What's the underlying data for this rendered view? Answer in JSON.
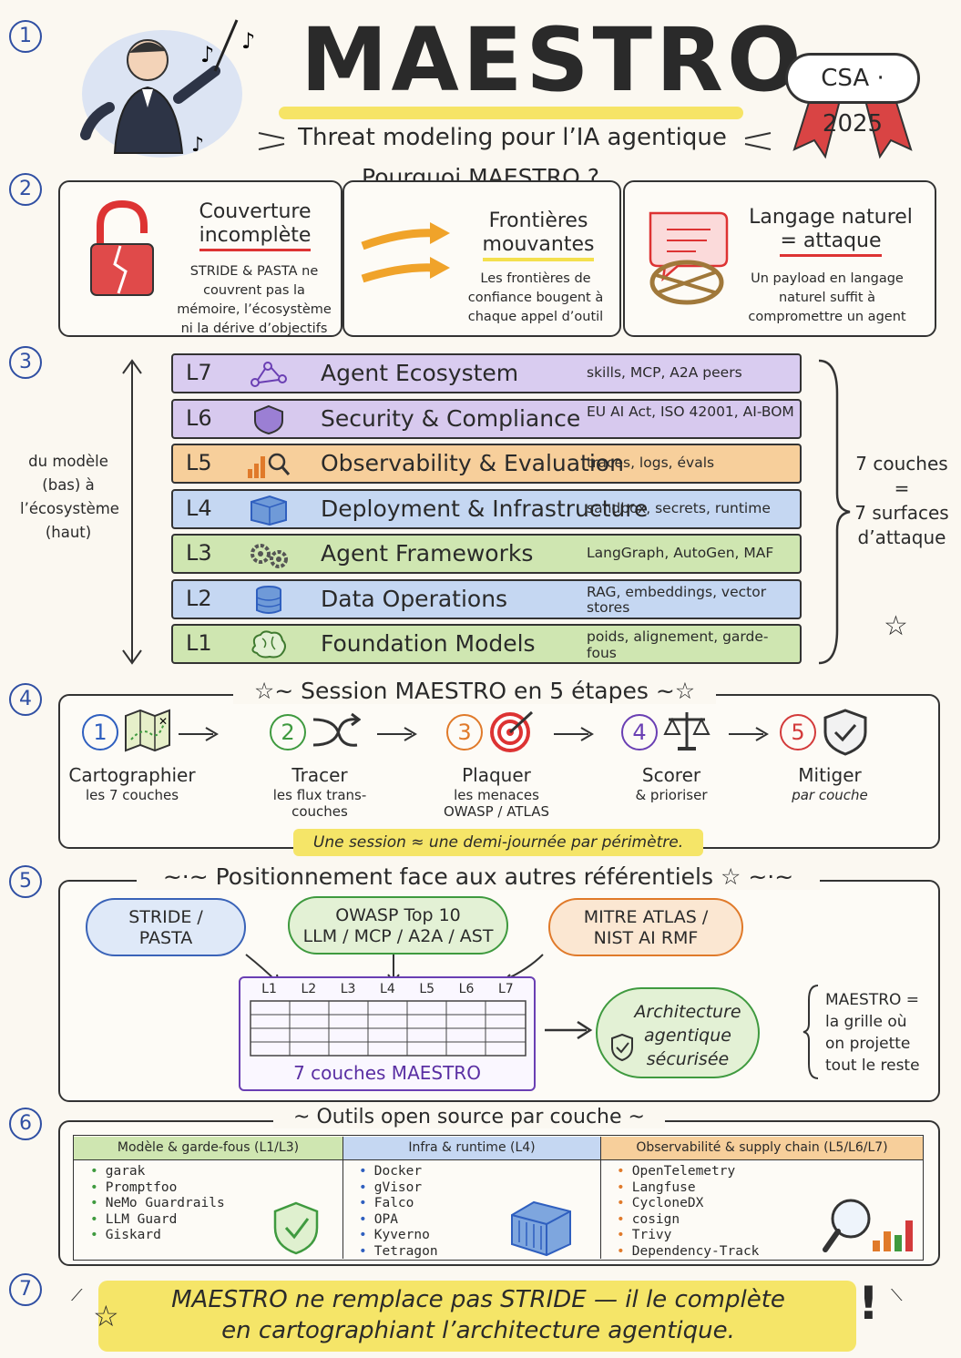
{
  "header": {
    "title": "MAESTRO",
    "subtitle": "Threat modeling pour l’IA agentique",
    "badge": "CSA · 2025"
  },
  "section_numbers": [
    "1",
    "2",
    "3",
    "4",
    "5",
    "6",
    "7"
  ],
  "why": {
    "title": "Pourquoi MAESTRO ?",
    "cards": [
      {
        "title_line1": "Couverture",
        "title_line2": "incomplète",
        "text": "STRIDE & PASTA ne couvrent pas la mémoire, l’écosystème ni la dérive d’objectifs"
      },
      {
        "title_line1": "Frontières",
        "title_line2": "mouvantes",
        "text": "Les frontières de confiance bougent à chaque appel d’outil"
      },
      {
        "title_line1": "Langage naturel",
        "title_line2": "= attaque",
        "text": "Un payload en langage naturel suffit à compromettre un agent"
      }
    ]
  },
  "layers": {
    "side_left": [
      "du modèle",
      "(bas) à",
      "l’écosystème",
      "(haut)"
    ],
    "side_right": [
      "7 couches",
      "=",
      "7 surfaces",
      "d’attaque"
    ],
    "items": [
      {
        "id": "L7",
        "name": "Agent Ecosystem",
        "desc": "skills, MCP, A2A peers",
        "color": "#d9ccf0",
        "icon": "network-icon"
      },
      {
        "id": "L6",
        "name": "Security & Compliance",
        "desc": "EU AI Act, ISO 42001, AI-BOM",
        "color": "#d7c9ee",
        "icon": "shield-icon"
      },
      {
        "id": "L5",
        "name": "Observability & Evaluation",
        "desc": "traces, logs, évals",
        "color": "#f7cf9b",
        "icon": "chart-magnifier-icon"
      },
      {
        "id": "L4",
        "name": "Deployment & Infrastructure",
        "desc": "sandbox, secrets, runtime",
        "color": "#c5d7f2",
        "icon": "container-icon"
      },
      {
        "id": "L3",
        "name": "Agent Frameworks",
        "desc": "LangGraph, AutoGen, MAF",
        "color": "#cfe6b1",
        "icon": "gears-icon"
      },
      {
        "id": "L2",
        "name": "Data Operations",
        "desc": "RAG, embeddings, vector stores",
        "color": "#c5d7f2",
        "icon": "database-icon"
      },
      {
        "id": "L1",
        "name": "Foundation Models",
        "desc": "poids, alignement, garde-fous",
        "color": "#cfe6b1",
        "icon": "brain-icon"
      }
    ]
  },
  "session": {
    "title": "Session MAESTRO en 5 étapes",
    "steps": [
      {
        "n": "1",
        "label": "Cartographier",
        "sub": "les 7 couches",
        "color": "#2f5fbf",
        "icon": "map-icon"
      },
      {
        "n": "2",
        "label": "Tracer",
        "sub": "les flux trans-couches",
        "color": "#3f9a3f",
        "icon": "crossing-arrows-icon"
      },
      {
        "n": "3",
        "label": "Plaquer",
        "sub": "les menaces OWASP / ATLAS",
        "color": "#e07a2a",
        "icon": "target-icon"
      },
      {
        "n": "4",
        "label": "Scorer",
        "sub": "& prioriser",
        "color": "#6a3fb3",
        "icon": "scales-icon"
      },
      {
        "n": "5",
        "label": "Mitiger",
        "sub": "par couche",
        "color": "#d33a3a",
        "icon": "shield-check-icon"
      }
    ],
    "note": "Une session ≈ une demi-journée par périmètre."
  },
  "positioning": {
    "title": "Positionnement face aux autres référentiels",
    "pills": [
      {
        "line1": "STRIDE /",
        "line2": "PASTA",
        "color": "#3a63b8",
        "bg": "#dfe9f8"
      },
      {
        "line1": "OWASP Top 10",
        "line2": "LLM / MCP / A2A / AST",
        "color": "#3f9a3f",
        "bg": "#e3f1d5"
      },
      {
        "line1": "MITRE ATLAS /",
        "line2": "NIST AI RMF",
        "color": "#e07a2a",
        "bg": "#fbe7d2"
      }
    ],
    "grid_headers": [
      "L1",
      "L2",
      "L3",
      "L4",
      "L5",
      "L6",
      "L7"
    ],
    "grid_caption": "7 couches MAESTRO",
    "result": [
      "Architecture",
      "agentique",
      "sécurisée"
    ],
    "note": [
      "MAESTRO =",
      "la grille où",
      "on projette",
      "tout le reste"
    ]
  },
  "tools": {
    "title": "Outils open source par couche",
    "columns": [
      {
        "head": "Modèle & garde-fous (L1/L3)",
        "color": "#cfe6b1",
        "bullet": "#3f9a3f",
        "items": [
          "garak",
          "Promptfoo",
          "NeMo Guardrails",
          "LLM Guard",
          "Giskard"
        ]
      },
      {
        "head": "Infra & runtime (L4)",
        "color": "#c5d7f2",
        "bullet": "#2f5fbf",
        "items": [
          "Docker",
          "gVisor",
          "Falco",
          "OPA",
          "Kyverno",
          "Tetragon"
        ]
      },
      {
        "head": "Observabilité & supply chain (L5/L6/L7)",
        "color": "#f7cf9b",
        "bullet": "#e07a2a",
        "items": [
          "OpenTelemetry",
          "Langfuse",
          "CycloneDX",
          "cosign",
          "Trivy",
          "Dependency-Track"
        ]
      }
    ]
  },
  "footer": {
    "line1": "MAESTRO ne remplace pas STRIDE — il le complète",
    "line2": "en cartographiant l’architecture agentique."
  }
}
